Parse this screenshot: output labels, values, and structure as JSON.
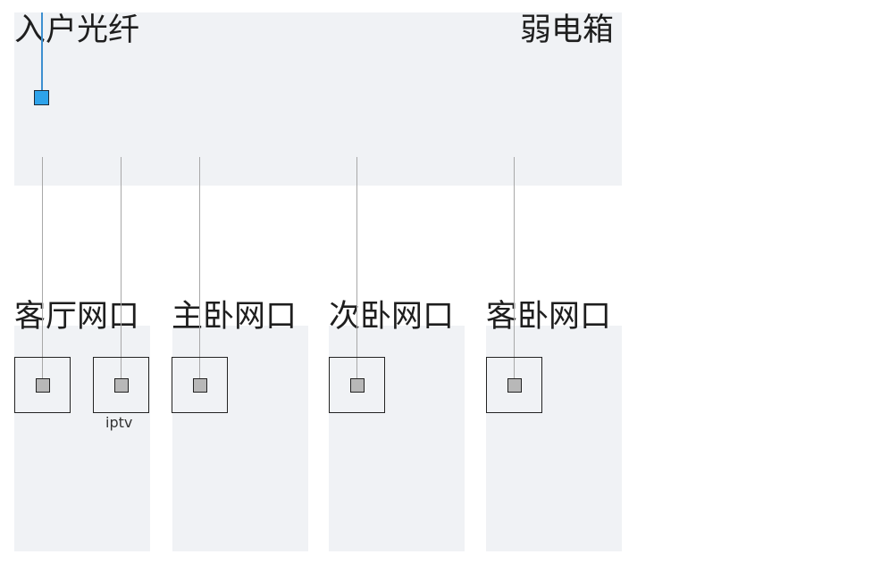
{
  "cabinet": {
    "fiber_in_label": "入户光纤",
    "box_label": "弱电箱"
  },
  "outlets": [
    {
      "label": "客厅网口",
      "sublabel": "iptv"
    },
    {
      "label": "主卧网口"
    },
    {
      "label": "次卧网口"
    },
    {
      "label": "客卧网口"
    }
  ],
  "colors": {
    "panel": "#f0f2f5",
    "fiber": "#3d8fd0",
    "fiber_node": "#2ea3ea",
    "socket_fill": "#b8b8b8",
    "wire": "#a8a8a8"
  },
  "icons": [
    "fiber-node-icon",
    "network-socket-icon"
  ]
}
